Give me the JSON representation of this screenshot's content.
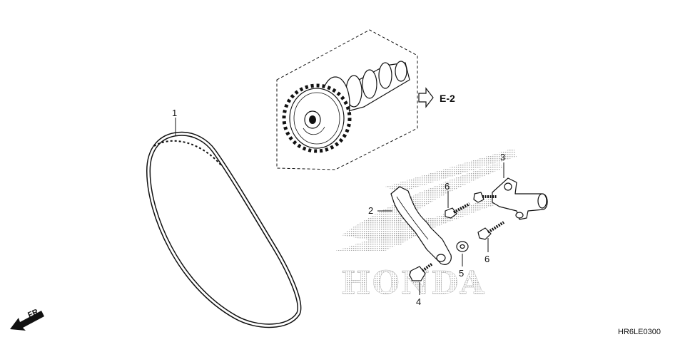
{
  "callouts": [
    {
      "id": "1",
      "label": "1"
    },
    {
      "id": "2",
      "label": "2"
    },
    {
      "id": "3",
      "label": "3"
    },
    {
      "id": "4",
      "label": "4"
    },
    {
      "id": "5",
      "label": "5"
    },
    {
      "id": "6a",
      "label": "6"
    },
    {
      "id": "6b",
      "label": "6"
    }
  ],
  "reference": {
    "label": "E-2"
  },
  "front_marker": {
    "label": "FR."
  },
  "diagram_code": "HR6LE0300",
  "watermark": {
    "text": "HONDA"
  },
  "colors": {
    "line": "#111111",
    "watermark_dots": "#9a9a9a",
    "background": "#ffffff"
  },
  "icons": {
    "reference_arrow": "outline-right-arrow",
    "front_arrow": "bold-down-left-arrow"
  }
}
